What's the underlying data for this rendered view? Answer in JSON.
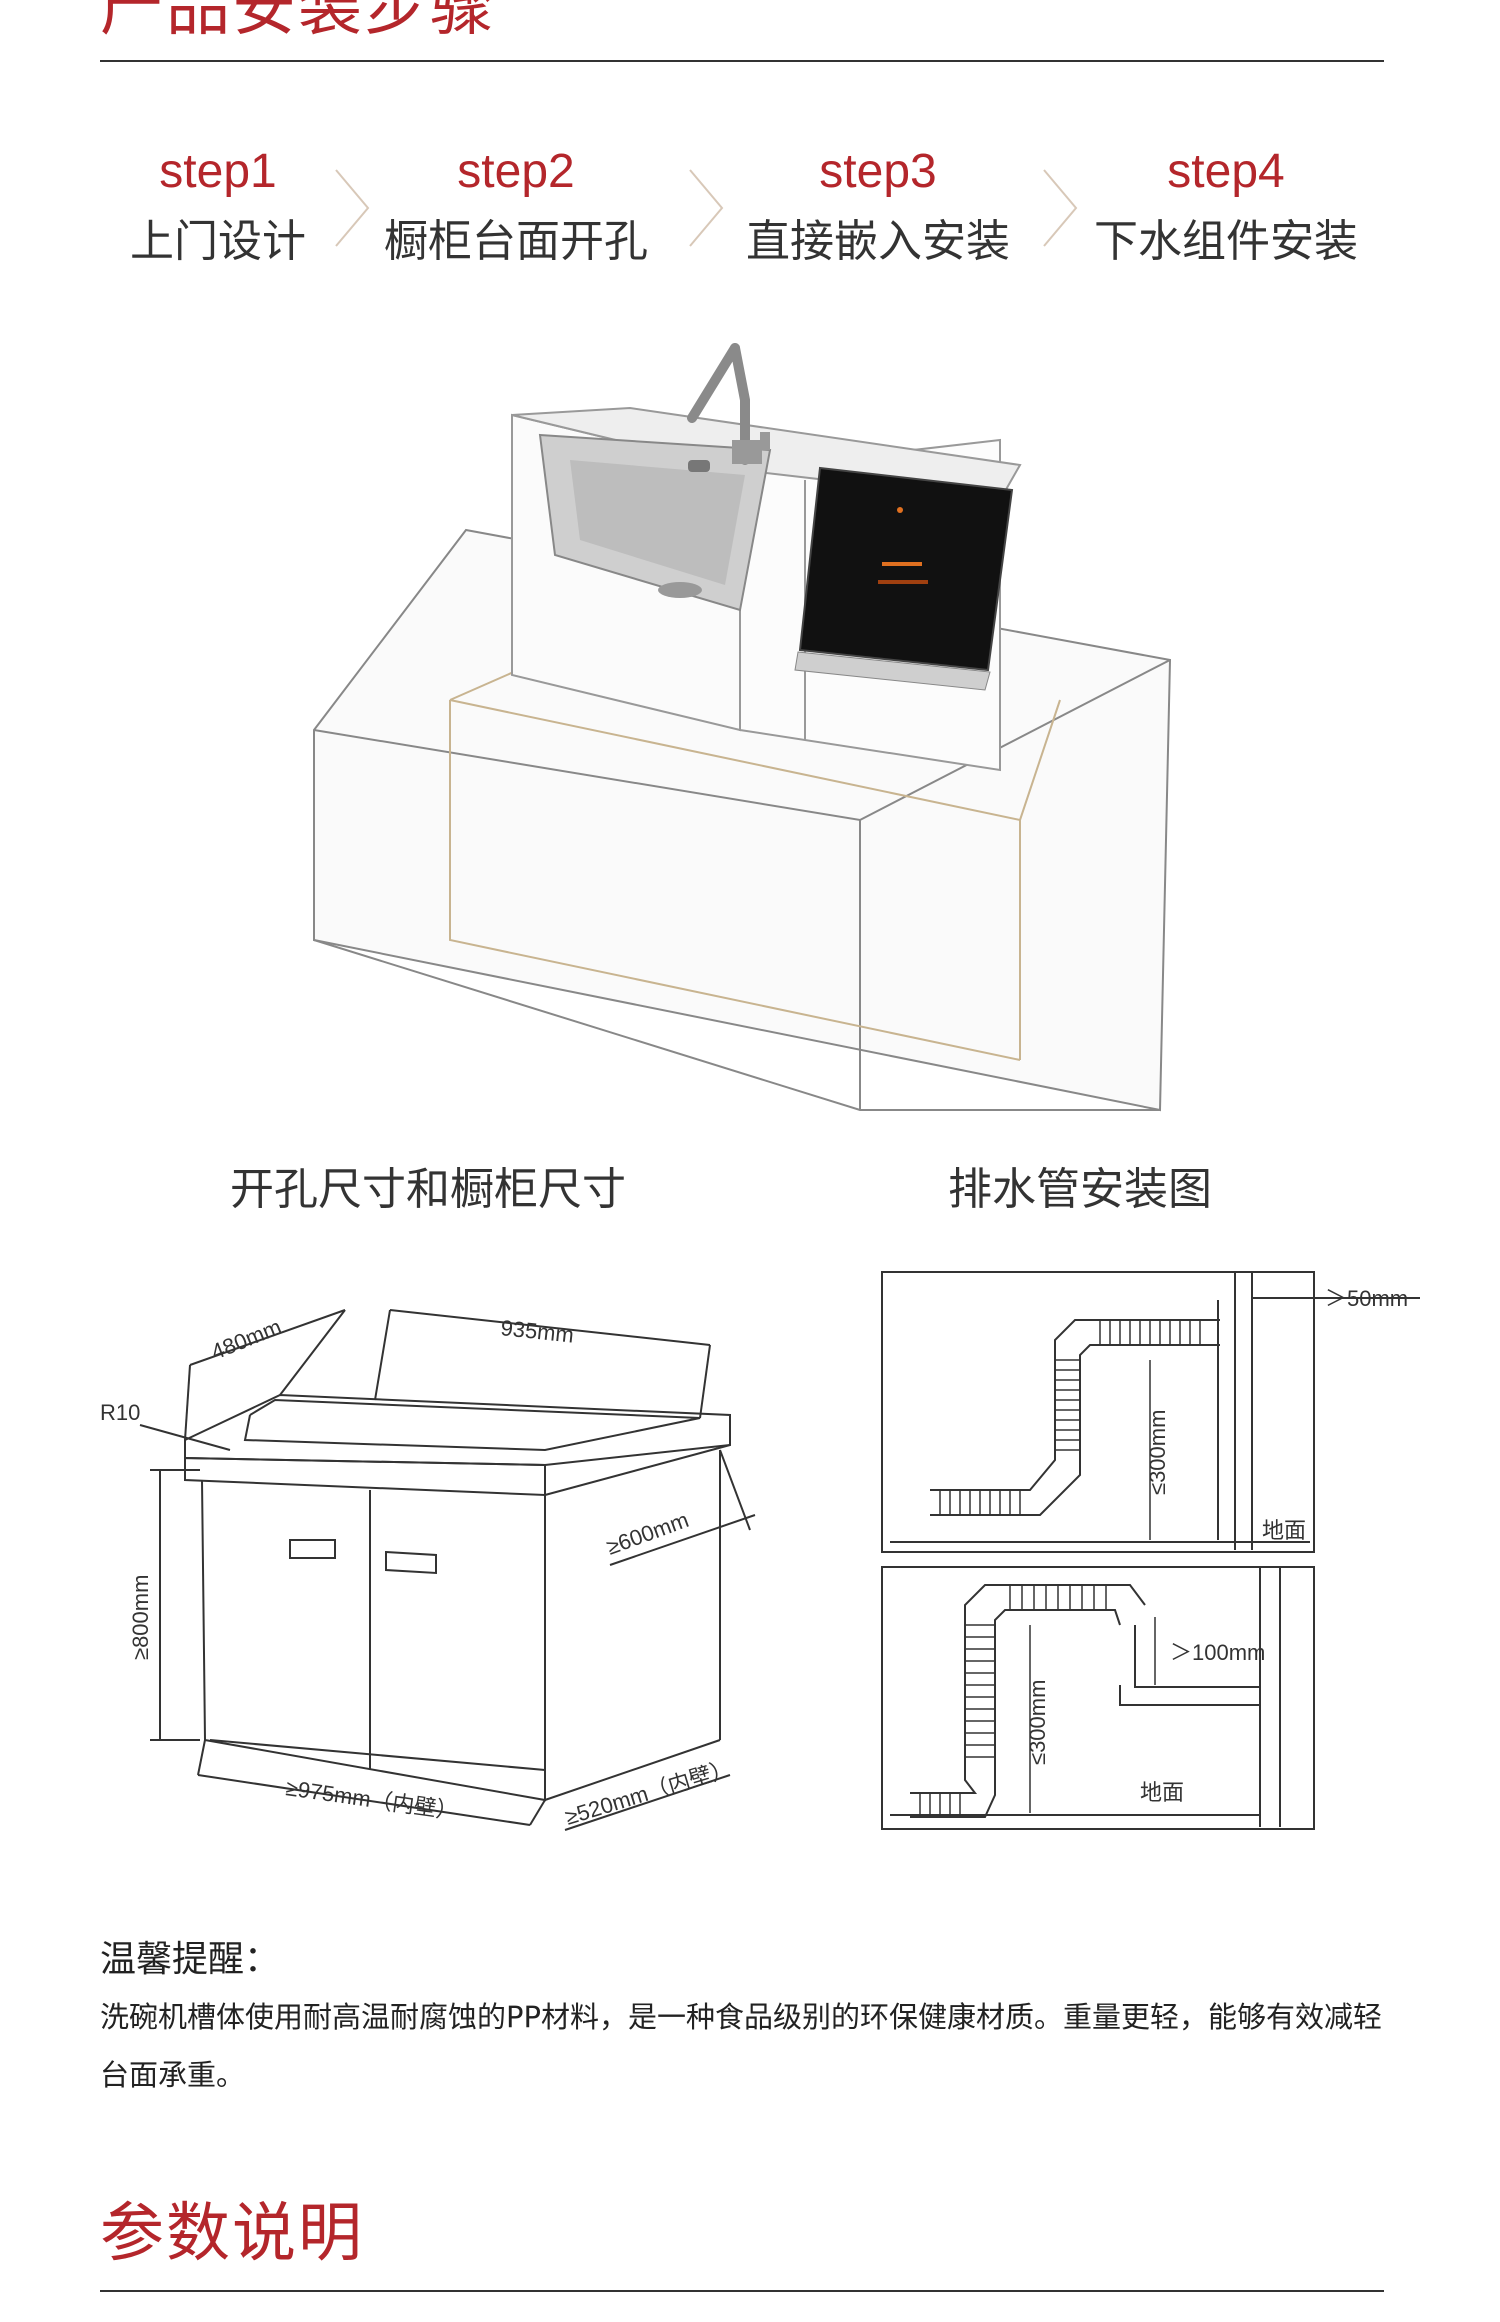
{
  "section_installation": {
    "title": "产品安装步骤"
  },
  "steps": [
    {
      "num": "step1",
      "label": "上门设计"
    },
    {
      "num": "step2",
      "label": "橱柜台面开孔"
    },
    {
      "num": "step3",
      "label": "直接嵌入安装"
    },
    {
      "num": "step4",
      "label": "下水组件安装"
    }
  ],
  "diagrams": {
    "cabinet_caption": "开孔尺寸和橱柜尺寸",
    "drain_caption": "排水管安装图",
    "cabinet_dims": {
      "depth": "480mm",
      "width": "935mm",
      "radius": "R10",
      "height": "≥800mm",
      "side_depth": "≥600mm",
      "inner_width": "≥975mm（内壁）",
      "inner_depth": "≥520mm（内壁）"
    },
    "drain_top": {
      "gap": "＞50mm",
      "height": "≤300mm",
      "floor": "地面"
    },
    "drain_bottom": {
      "gap": "＞100mm",
      "height": "≤300mm",
      "floor": "地面"
    }
  },
  "tip": {
    "title": "温馨提醒：",
    "body": "洗碗机槽体使用耐高温耐腐蚀的PP材料，是一种食品级别的环保健康材质。重量更轻，能够有效减轻台面承重。"
  },
  "section_params": {
    "title": "参数说明"
  },
  "colors": {
    "accent": "#b4262b",
    "text": "#333333"
  }
}
